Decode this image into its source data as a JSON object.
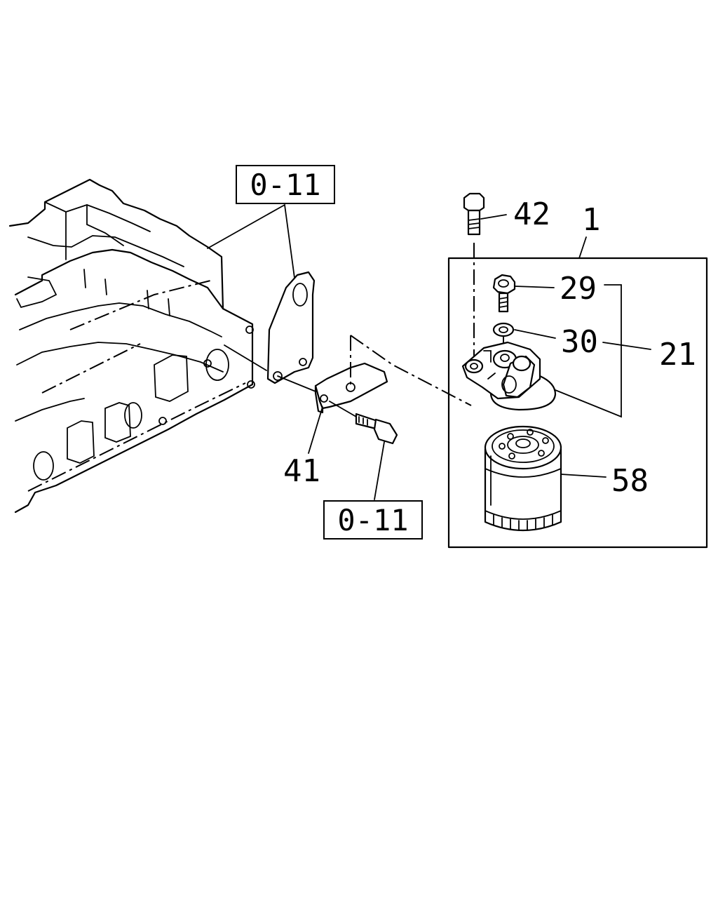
{
  "callouts": {
    "c1": "1",
    "c21": "21",
    "c29": "29",
    "c30": "30",
    "c41": "41",
    "c42": "42",
    "c58": "58"
  },
  "refs": {
    "top": "0-11",
    "bottom": "0-11"
  }
}
